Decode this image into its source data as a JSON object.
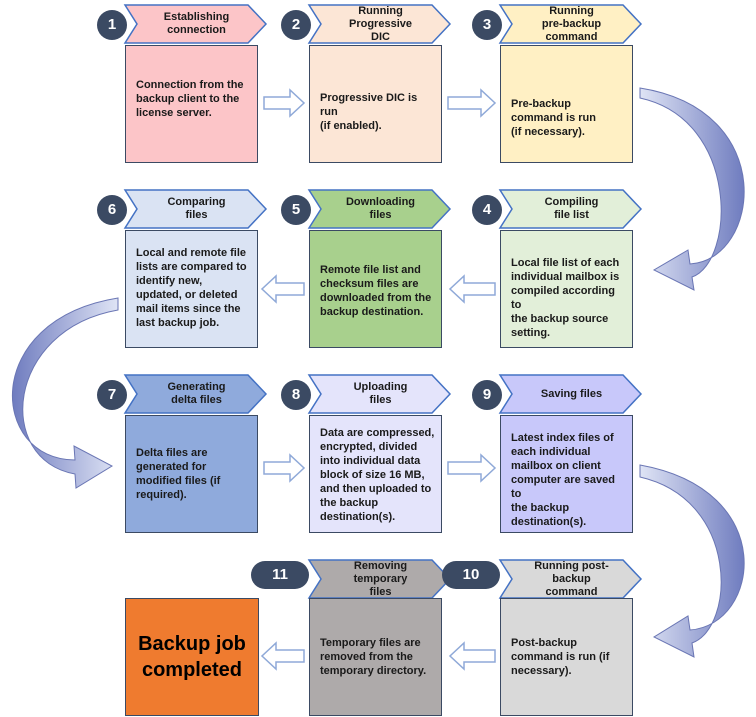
{
  "colors": {
    "badge": "#3b4a63",
    "border": "#3b4a63",
    "flow_arrow": "#7b85bf",
    "final": "#ef7b2f"
  },
  "steps": [
    {
      "number": "1",
      "title": "Establishing\nconnection",
      "text": "Connection from the\nbackup client to the\nlicense server.",
      "fill": "#fcc5c8",
      "title_fill": "#fcc5c8"
    },
    {
      "number": "2",
      "title": "Running\nProgressive\nDIC",
      "text": "Progressive DIC is run\n(if enabled).",
      "fill": "#fce6d6",
      "title_fill": "#fce6d6"
    },
    {
      "number": "3",
      "title": "Running\npre-backup\ncommand",
      "text": "Pre-backup\ncommand is run\n(if necessary).",
      "fill": "#fff0c4",
      "title_fill": "#fff0c4"
    },
    {
      "number": "4",
      "title": "Compiling\nfile list",
      "text": "Local file list of each\nindividual mailbox is\ncompiled according to\nthe backup source\nsetting.",
      "fill": "#e2efd9",
      "title_fill": "#e2efd9"
    },
    {
      "number": "5",
      "title": "Downloading\nfiles",
      "text": "Remote file list and\nchecksum files are\ndownloaded from the\nbackup destination.",
      "fill": "#a8d08d",
      "title_fill": "#a8d08d"
    },
    {
      "number": "6",
      "title": "Comparing\nfiles",
      "text": "Local and remote file\nlists are compared to\nidentify new,\nupdated, or deleted\nmail items since the\nlast backup job.",
      "fill": "#dae3f3",
      "title_fill": "#dae3f3"
    },
    {
      "number": "7",
      "title": "Generating\ndelta files",
      "text": "Delta files are\ngenerated for\nmodified files (if\nrequired).",
      "fill": "#8faadc",
      "title_fill": "#8faadc"
    },
    {
      "number": "8",
      "title": "Uploading\nfiles",
      "text": "Data are compressed,\nencrypted, divided\ninto individual data\nblock of size 16 MB,\nand then uploaded to\nthe backup\ndestination(s).",
      "fill": "#e4e4fb",
      "title_fill": "#e4e4fb"
    },
    {
      "number": "9",
      "title": "Saving files",
      "text": "Latest index files of\neach individual\nmailbox on client\ncomputer are saved to\nthe backup\ndestination(s).",
      "fill": "#c8c8fa",
      "title_fill": "#c8c8fa"
    },
    {
      "number": "10",
      "title": "Running post-\nbackup\ncommand",
      "text": "Post-backup\ncommand is run (if\nnecessary).",
      "fill": "#d9d9d9",
      "title_fill": "#d9d9d9"
    },
    {
      "number": "11",
      "title": "Removing\ntemporary\nfiles",
      "text": "Temporary files are\nremoved from the\ntemporary directory.",
      "fill": "#aeaaaa",
      "title_fill": "#aeaaaa"
    }
  ],
  "final": {
    "text": "Backup job\ncompleted"
  }
}
